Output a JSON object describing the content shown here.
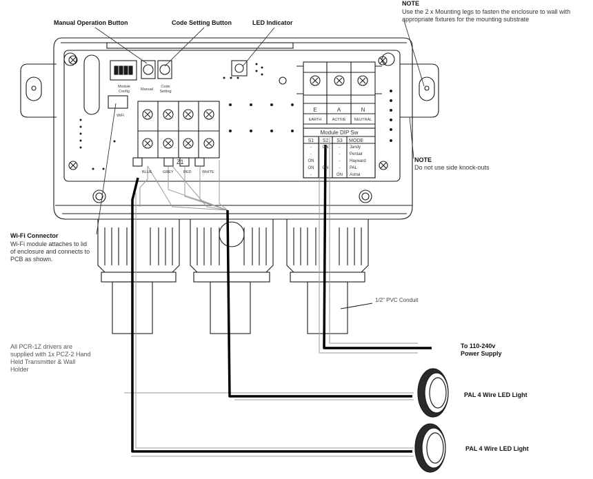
{
  "callouts": {
    "manual_button": "Manual Operation Button",
    "code_button": "Code Setting Button",
    "led_indicator": "LED Indicator",
    "note_top_title": "NOTE",
    "note_top_line1": "Use the 2 x Mounting legs to fasten the enclosure to wall with",
    "note_top_line2": "appropriate fixtures for the mounting substrate",
    "note_side_title": "NOTE",
    "note_side_text": "Do not use side knock-outs",
    "wifi_title": "Wi-Fi Connector",
    "wifi_line1": "Wi-Fi module attaches to lid",
    "wifi_line2": "of enclosure and connects to",
    "wifi_line3": "PCB as shown.",
    "drivers_line1": "All PCR-1Z drivers are",
    "drivers_line2": "supplied with 1x PCZ-2 Hand",
    "drivers_line3": "Held Transmitter & Wall",
    "drivers_line4": "Holder",
    "conduit": "1/2\" PVC Conduit",
    "power_line1": "To 110-240v",
    "power_line2": "Power Supply",
    "light_1": "PAL 4 Wire LED Light",
    "light_2": "PAL 4 Wire LED Light"
  },
  "board": {
    "module_config_1": "Module",
    "module_config_2": "Config",
    "manual": "Manual",
    "code_1": "Code",
    "code_2": "Setting",
    "wifi": "WiFi",
    "z1": "Z1",
    "wire_colors": [
      "BLUE",
      "GREY",
      "RED",
      "WHITE"
    ]
  },
  "mains_terminal": {
    "letters": [
      "E",
      "A",
      "N"
    ],
    "names": [
      "EARTH",
      "ACTIVE",
      "NEUTRAL"
    ]
  },
  "dip_table": {
    "title": "Module DIP Sw",
    "headers": [
      "S1",
      "S2",
      "S3",
      "MODE"
    ],
    "rows": [
      {
        "s1": "-",
        "s2": "ON",
        "s3": "-",
        "mode": "Jandy"
      },
      {
        "s1": "-",
        "s2": "-",
        "s3": "-",
        "mode": "Pentair"
      },
      {
        "s1": "ON",
        "s2": "-",
        "s3": "-",
        "mode": "Hayward"
      },
      {
        "s1": "ON",
        "s2": "ON",
        "s3": "-",
        "mode": "PAL"
      },
      {
        "s1": "-",
        "s2": "-",
        "s3": "ON",
        "mode": "Astral"
      }
    ]
  },
  "colors": {
    "line": "#1a1a1a",
    "grey_wire": "#9a9a9a",
    "conduit_wire": "#000000"
  }
}
